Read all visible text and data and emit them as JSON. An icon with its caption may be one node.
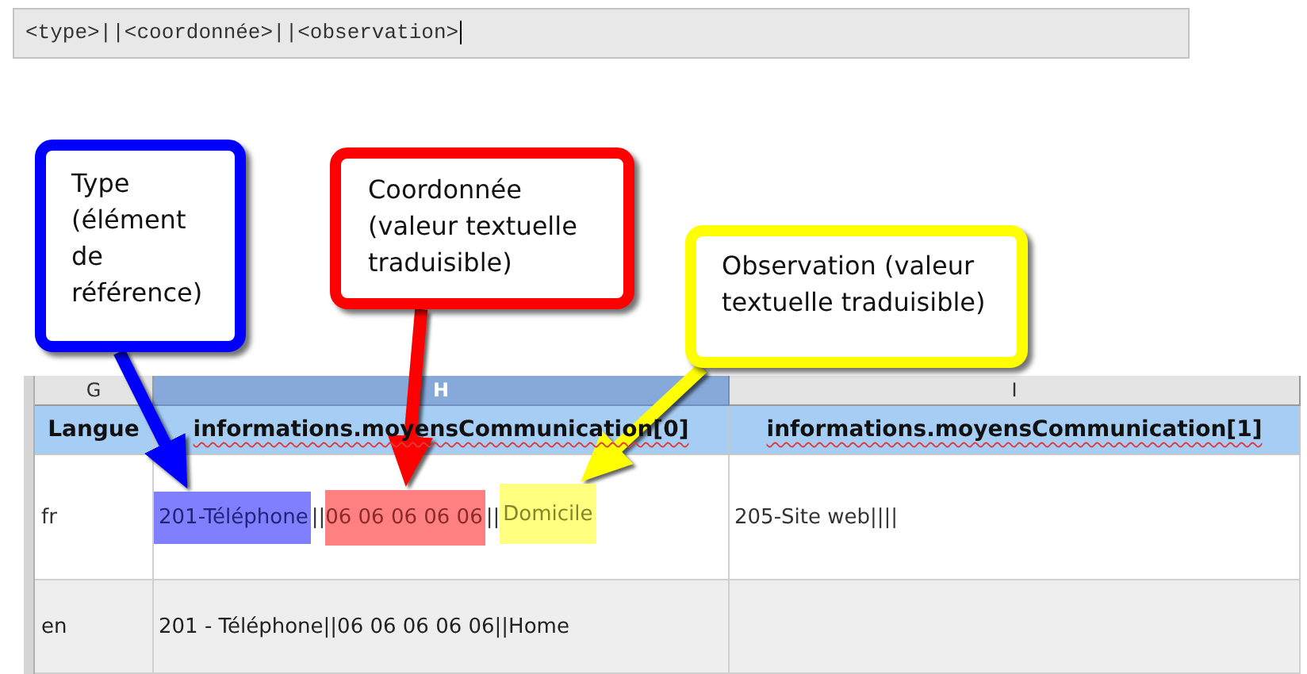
{
  "diagram": {
    "nodes": [
      {
        "text": [
          "Type (élément de référence)"
        ]
      },
      {
        "text": [
          "Coordonnée (valeur textuelle traduisible)"
        ]
      },
      {
        "text": [
          "Observation (valeur textuelle traduisible)"
        ]
      },
      {
        "text": [
          "201-Téléphone"
        ]
      },
      {
        "text": [
          "06 06 06 06 06"
        ]
      },
      {
        "text": [
          "Domicile"
        ]
      }
    ],
    "edges": [
      {
        "from": 0,
        "to": 3,
        "arrow": "to",
        "color": "#0000ff"
      },
      {
        "from": 1,
        "to": 4,
        "arrow": "to",
        "color": "#ff0000"
      },
      {
        "from": 2,
        "to": 5,
        "arrow": "to",
        "color": "#ffff00"
      }
    ],
    "labels": [
      "<type>||<coordonnée>||<observation>",
      "G",
      "H",
      "I",
      "Langue",
      "informations.moyensCommunication[0]",
      "informations.moyensCommunication[1]",
      "fr",
      "||",
      "||",
      "205-Site web||||",
      "en",
      "201 - Téléphone||06 06 06 06 06||Home"
    ]
  }
}
